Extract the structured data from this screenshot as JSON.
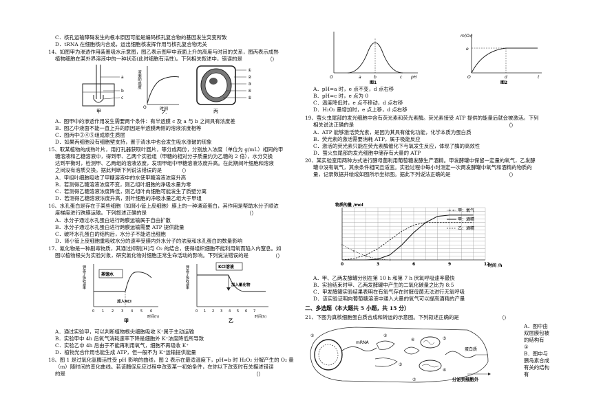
{
  "left": {
    "q13_tail": [
      "C．核孔运输障碍发生的根本原因可能是编码核孔复合物的基因发生突变所致",
      "D．tRNA 在细胞核内合成，运出细胞核发挥作用与核孔复合物无关"
    ],
    "q14": {
      "stem1": "14、如图甲为渗透作用装置吸水示意图，图乙表示图甲中液面上升的高度与时间的关系，图丙表示成熟",
      "stem2": "植物细胞在某外界溶液中的一种状态(此时细胞有活性)。下列相关叙述中，错误的是",
      "paren": "（）",
      "fig_labels": {
        "jia": "甲",
        "yi": "乙",
        "bing": "丙",
        "yaxis": "液面的高度",
        "xaxis": "时间",
        "a": "a",
        "b": "b",
        "c": "c",
        "n1": "①",
        "n2": "②",
        "n3": "③",
        "n4": "④",
        "n5": "⑤",
        "o": "O"
      },
      "options": [
        "A．图甲中的渗透作用发生需要两个条件：有半透膜 c 及 a 与 b 之间具有浓度差",
        "B．图乙中液面不能一直上升的原因是半透膜两侧的溶液浓度相等",
        "C．图丙中③④⑤组成原生质层",
        "D．如果丙细胞没有细胞壁支持，置于清水中也会发生吸水涨破的现象"
      ]
    },
    "q15": {
      "lines": [
        "15、取某植物的成熟叶片，用打孔器获取叶圆片，等分成两份，分别放入浓度（单位为 g/mL）相同的甲",
        "糖溶液和乙糖溶液中，得到甲、乙两个实验组（甲糖的相对分子质量约为乙糖的 2 倍），水分交换",
        "达到平衡时，检测甲、乙两组的溶液浓度，发现甲组中甲糖溶液浓度升高。在此期间叶细胞和溶液",
        "之间没有溶质交换。据此判断下列说法错误的是"
      ],
      "paren": "（）",
      "options": [
        "A．甲组叶细胞吸收了甲糖溶液中的水使甲糖溶液浓度升高",
        "B．若测得乙糖溶液浓度不变，则乙组叶细胞的净吸水量为零",
        "C．若测得乙糖溶液浓度降低，则乙组叶肉细胞可能发生了质壁分离",
        "D．若测得乙糖溶液浓度升高，则叶细胞的净吸水量乙组大于甲组"
      ]
    },
    "q16": {
      "lines": [
        "16、水孔蛋白是存在于某些细胞（如肾小管上皮细胞）膜上的一种通道蛋白，其作用是帮助水分子顺浓",
        "度梯度进行跨膜运输。下列叙述正确的是"
      ],
      "paren": "（）",
      "options": [
        "A．水分子通过水孔蛋白进行跨膜运输属于自由扩散",
        "B．水分子通过水孔蛋白进行跨膜运输需要 ATP 提供能量",
        "C．破坏水孔蛋白的结构后，水分子不能进出细胞",
        "D．肾小管上皮细胞重吸收水分的速率受膜内外水分子的浓度和水孔蛋白的数量影响"
      ]
    },
    "q17": {
      "lines": [
        "17、氰化物是一种剧毒物质，其通过抑制[H]与 O₂ 的结合，使得组织细胞不能利用氧而陷入内窒息。如",
        "图以植物根尖为实验对象，研究氰化物对细胞正常生命活动的影响。下列说法错误的是"
      ],
      "paren": "（）",
      "fig_jia": {
        "ylabel": "钾离子吸收速率",
        "box": "蒸馏水",
        "add": "加入KCl",
        "xlabel": "时间(h)",
        "caption": "甲",
        "ticks": [
          "0",
          "1",
          "2",
          "3",
          "4",
          "5",
          "6"
        ]
      },
      "fig_yi": {
        "ylabel": "钾离子吸收速率",
        "box": "KCl溶液",
        "add": "加入氰化物",
        "xlabel": "时间(h)",
        "caption": "乙",
        "ticks": [
          "0",
          "1",
          "2",
          "3",
          "4",
          "5",
          "6",
          "7"
        ]
      },
      "options": [
        "A．通过实验甲，可以判断植物根尖细胞吸收 K⁺属于主动运输",
        "B．实验甲中 4h 后氧气消耗速率下降是细胞外 K⁺浓度降低所导致",
        "C．实验乙中 4h 后由于不能再利用氧气，细胞不再吸收 K⁺",
        "D．植物光合作用也能生成 ATP，但一般不为 K⁺运输提供能量"
      ]
    },
    "q18": {
      "lines": [
        "18、图 1 是过氧化氢酶活性受 pH 影响的曲线，图 2 表示在最适温度下，pH=b 时 H₂O₂ 分解产生的 O₂ 量",
        "（m）随时间的变化曲线。若该酶促反应过程中改变某一初始条件，在你以下改变时有关描述错误",
        "的是"
      ],
      "paren": "（）"
    }
  },
  "right": {
    "fig18": {
      "fig1_caption": "图1",
      "fig2_caption": "图2",
      "ph": "pH",
      "o": "O",
      "a": "a",
      "b": "b",
      "c": "c",
      "m": "m(O₂)",
      "e": "e",
      "d": "d",
      "t": "t"
    },
    "q18_options": [
      "A．pH=a 时，e 点不变，d 点右移",
      "B．pH=c 时，e 点为 0",
      "C．温度降低时，e 点不移动，d 点右移",
      "D．H₂O₂ 量增加时，e 点上移，d 点右移"
    ],
    "q19": {
      "lines": [
        "19、萤火虫尾部的发光细胞中含有荧光素和荧光素酶。荧光素接受 ATP 提供的能量后就会被激活。下列",
        "相关说法正确的是"
      ],
      "paren": "（）",
      "options": [
        "A．ATP 能够激活荧光素，是因为其具有催化功能，化学本质为蛋白质",
        "B．荧光素的激活需要消耗 ATP，属于吸能反应",
        "C．激活的荧光素只能在荧光素酶催化下与氧发生反应，体现了酶的高效性",
        "D．萤火虫尾部的发光细胞中储存有大量的 ATP"
      ]
    },
    "q20": {
      "lines": [
        "20、某实验室用两种方式进行酵母菌利用葡萄糖发酵生产酒精。甲发酵罐中保留一定量的氧气，乙发酵",
        "罐中没有氧气，其余条件相同且适宜。实验过程中每小时测定一次两发酵罐中氧气和酒精的物质的",
        "量，记录数据并绘成如图所示坐标图。据此下列说法正确的是"
      ],
      "paren": "（）",
      "chart_labels": {
        "ylabel": "物质的量 /mol",
        "xlabel": "时间 /h",
        "legend1": "甲：氧气",
        "legend2": "甲：酒精",
        "legend3": "乙：酒精",
        "ticks": [
          "0",
          "3",
          "6",
          "9",
          "12"
        ],
        "yticks": [
          "18",
          "12",
          "6"
        ]
      },
      "options": [
        "A．甲、乙两发酵罐分别在第 10 h 和第 7 h 厌氧呼吸速率最快",
        "B．实验结束时甲、乙两发酵罐中产生的二氧化碳量之比为 8:5",
        "C．甲发酵罐实验结果表明在有氧气存在时酵母菌无法进行无氧呼吸",
        "D．该实验证明向葡萄糖溶液中通入大量的氧气可以提高酒精的产量"
      ]
    },
    "section2": "二、多选题（本大题共 5 小题，共 15 分）",
    "q21": {
      "stem": "21、下图为真核细胞蛋白质合成和转运的示意图。下列叙述正确的是",
      "paren": "（）",
      "side_options": [
        "A．图中由",
        "双层膜包被",
        "的结构有",
        "①",
        "B．图中与",
        "胰岛素合成",
        "有关的结构",
        "有"
      ],
      "fig_labels": {
        "mrna": "mRNA",
        "protein": "蛋白质",
        "secrete": "分泌到细胞外",
        "n1": "①",
        "n2": "②",
        "n3": "③",
        "n4": "④",
        "n5": "⑤",
        "n6": "⑥",
        "n7": "⑦"
      }
    }
  },
  "chart_data": {
    "type": "line",
    "xlabel": "时间 /h",
    "ylabel": "物质的量 /mol",
    "xlim": [
      0,
      12
    ],
    "ylim": [
      0,
      21
    ],
    "series": [
      {
        "name": "甲：氧气",
        "x": [
          0,
          1,
          2,
          3,
          4
        ],
        "y": [
          6,
          3.5,
          1.5,
          0.3,
          0
        ]
      },
      {
        "name": "甲：酒精",
        "x": [
          0,
          2,
          3,
          4,
          5,
          6,
          7,
          8,
          9,
          10,
          11
        ],
        "y": [
          0,
          0,
          0.3,
          2,
          6,
          11,
          15,
          17.5,
          18,
          18,
          18
        ]
      },
      {
        "name": "乙：酒精",
        "x": [
          0,
          1,
          2,
          3,
          4,
          5,
          6,
          7,
          8,
          9,
          10,
          11
        ],
        "y": [
          0,
          0.5,
          2,
          4.5,
          8,
          11.5,
          14,
          15,
          15,
          15,
          15,
          15
        ]
      }
    ]
  }
}
